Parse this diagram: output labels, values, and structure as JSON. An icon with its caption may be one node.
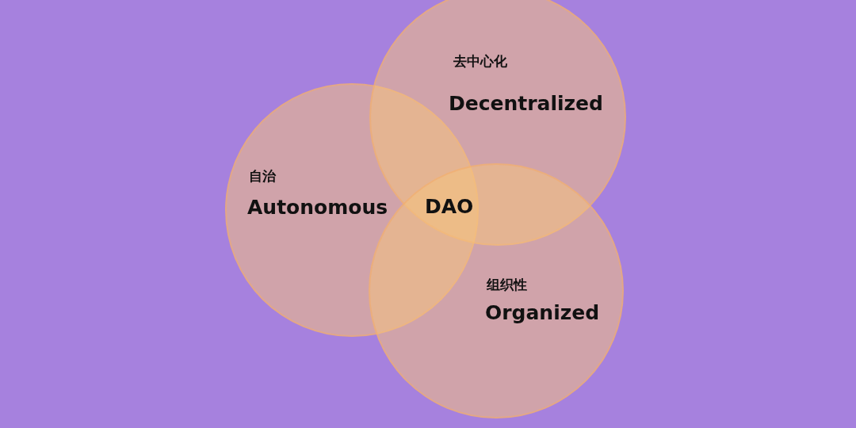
{
  "diagram": {
    "nodes": [
      {
        "text": [
          "自治",
          "Autonomous"
        ]
      },
      {
        "text": [
          "去中心化",
          "Decentralized"
        ]
      },
      {
        "text": [
          "组织性",
          "Organized"
        ]
      }
    ],
    "labels": [
      "DAO"
    ]
  }
}
